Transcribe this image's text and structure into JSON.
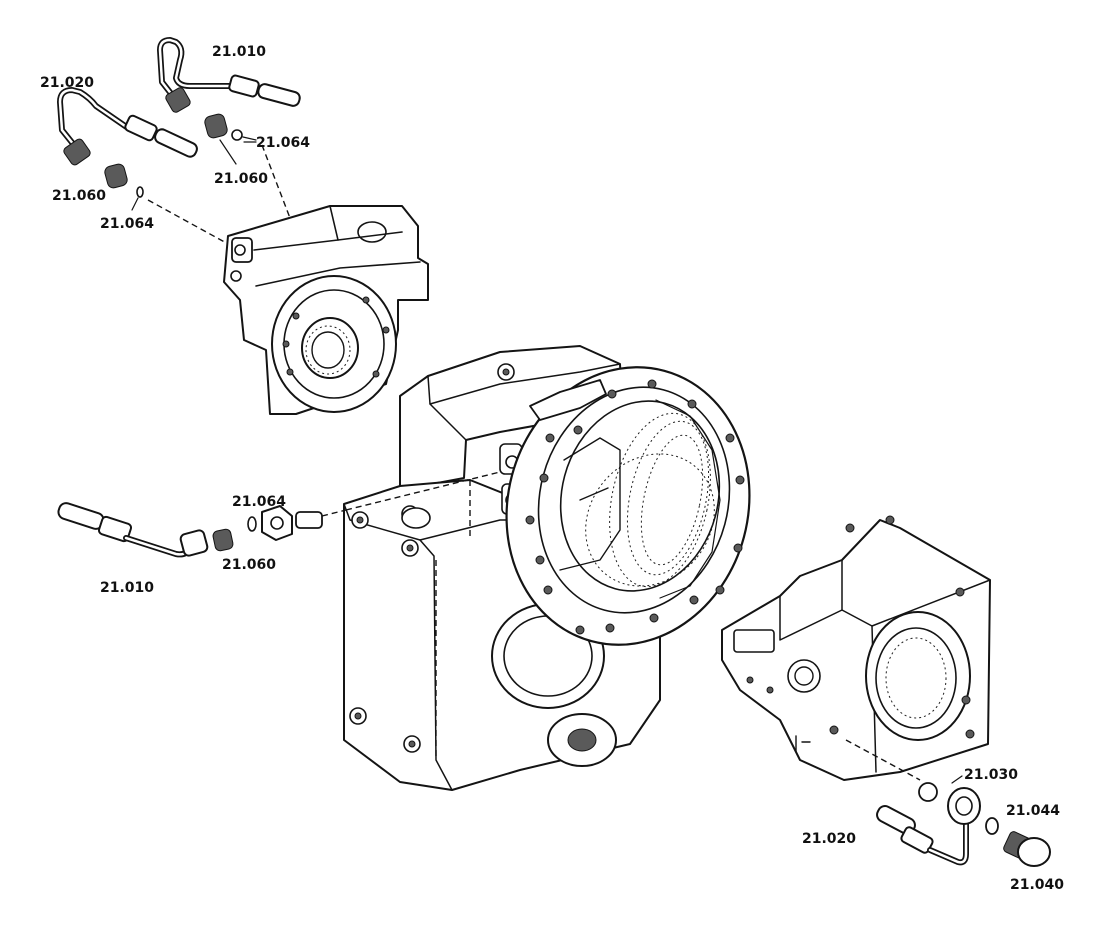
{
  "labels": [
    {
      "id": "top-pipe",
      "text": "21.010"
    },
    {
      "id": "left-pipe",
      "text": "21.020"
    },
    {
      "id": "top-seal",
      "text": "21.064"
    },
    {
      "id": "top-union",
      "text": "21.060"
    },
    {
      "id": "left-union",
      "text": "21.060"
    },
    {
      "id": "left-seal",
      "text": "21.064"
    },
    {
      "id": "mid-seal",
      "text": "21.064"
    },
    {
      "id": "mid-union",
      "text": "21.060"
    },
    {
      "id": "mid-pipe",
      "text": "21.010"
    },
    {
      "id": "ring",
      "text": "21.030"
    },
    {
      "id": "washer",
      "text": "21.044"
    },
    {
      "id": "bottom-pipe",
      "text": "21.020"
    },
    {
      "id": "plug",
      "text": "21.040"
    }
  ]
}
